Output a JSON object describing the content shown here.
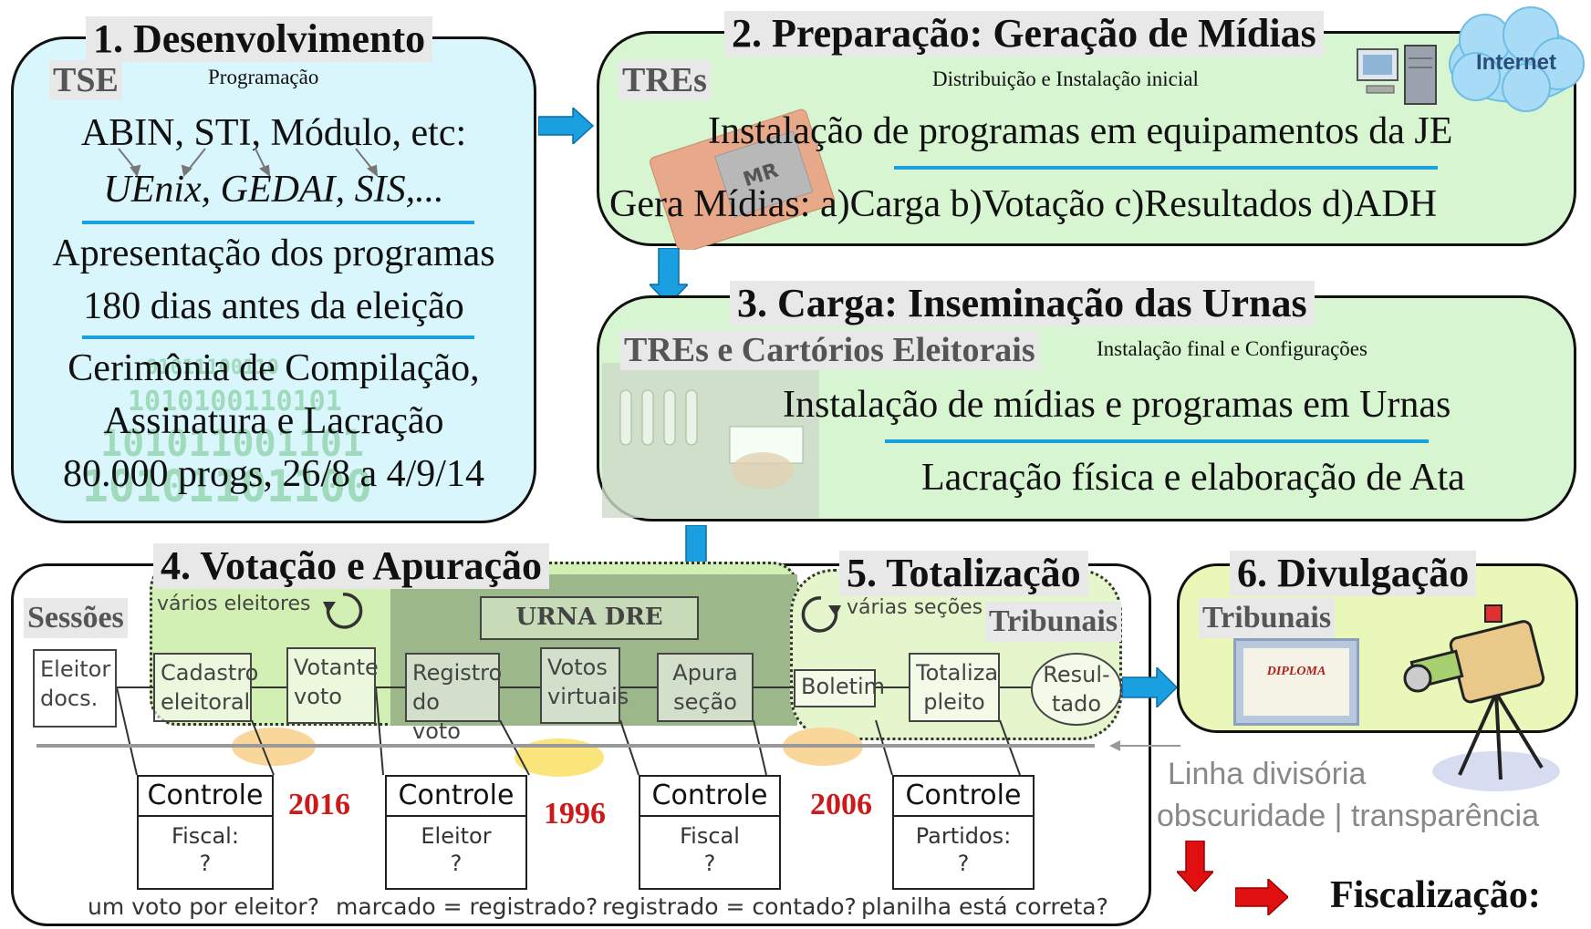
{
  "step1": {
    "title": "1. Desenvolvimento",
    "org": "TSE",
    "subtitle": "Programação",
    "line1": "ABIN, STI, Módulo, etc:",
    "line2": "UEnix, GEDAI, SIS,...",
    "line3": "Apresentação dos programas",
    "line4": "180 dias antes da eleição",
    "line5": "Cerimônia de Compilação,",
    "line6": "Assinatura e Lacração",
    "line7": "80.000 progs, 26/8 a 4/9/14"
  },
  "step2": {
    "title": "2. Preparação: Geração de Mídias",
    "org": "TREs",
    "subtitle": "Distribuição e Instalação inicial",
    "line1": "Instalação de programas em equipamentos da JE",
    "line2": "Gera Mídias: a)Carga b)Votação c)Resultados d)ADH",
    "internet_label": "Internet",
    "media_label": "MR"
  },
  "step3": {
    "title": "3. Carga: Inseminação das Urnas",
    "org": "TREs e Cartórios Eleitorais",
    "subtitle": "Instalação final  e Configurações",
    "line1": "Instalação de mídias e programas em Urnas",
    "line2": "Lacração física e elaboração de Ata"
  },
  "step4": {
    "title": "4. Votação e Apuração",
    "org": "Sessões",
    "many_voters": "vários eleitores",
    "urna_label": "URNA DRE",
    "nodes": [
      "Eleitor\ndocs.",
      "Cadastro\neleitoral",
      "Votante\nvoto",
      "Registro\ndo voto",
      "Votos\nvirtuais",
      "Apura\nseção"
    ]
  },
  "step5": {
    "title": "5. Totalização",
    "org": "Tribunais",
    "many_sections": "várias seções",
    "nodes": [
      "Boletim",
      "Totaliza\npleito",
      "Resul-\ntado"
    ]
  },
  "step6": {
    "title": "6. Divulgação",
    "org": "Tribunais",
    "diploma": "DIPLOMA"
  },
  "controls": [
    {
      "header": "Controle",
      "body": "Fiscal:\n?",
      "year": "2016",
      "question": "um voto por eleitor?"
    },
    {
      "header": "Controle",
      "body": "Eleitor\n?",
      "year": "1996",
      "question": "marcado = registrado?"
    },
    {
      "header": "Controle",
      "body": "Fiscal\n?",
      "year": "2006",
      "question": "registrado = contado?"
    },
    {
      "header": "Controle",
      "body": "Partidos:\n?",
      "year": "",
      "question": "planilha está correta?"
    }
  ],
  "divider": {
    "line1": "Linha divisória",
    "line2": "obscuridade | transparência"
  },
  "footer": {
    "label": "Fiscalização:"
  },
  "colors": {
    "step1_bg": "#d8f6fb",
    "step2_bg": "#d6f5d0",
    "urna_bg": "#9cb88a",
    "arrow_blue": "#1aa0e0",
    "arrow_red": "#e01010",
    "year_red": "#cc1a1a"
  }
}
